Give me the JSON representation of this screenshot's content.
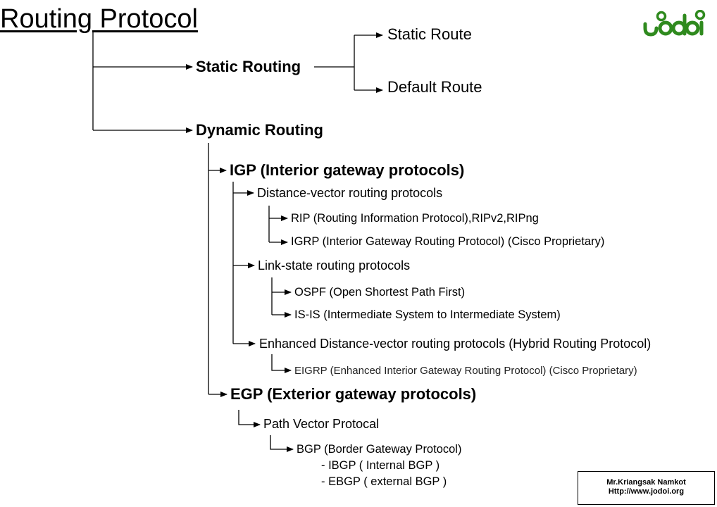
{
  "title": "Routing Protocol",
  "logo_text": "jodoi",
  "colors": {
    "logo": "#2f8a1e",
    "line": "#000000"
  },
  "nodes": {
    "static_routing": "Static Routing",
    "static_route": "Static Route",
    "default_route": "Default Route",
    "dynamic_routing": "Dynamic  Routing",
    "igp": "IGP (Interior gateway protocols)",
    "distance_vector": "Distance-vector routing protocols",
    "rip": "RIP (Routing Information Protocol),RIPv2,RIPng",
    "igrp": "IGRP (Interior Gateway Routing Protocol) (Cisco Proprietary)",
    "link_state": "Link-state routing protocols",
    "ospf": "OSPF (Open Shortest Path First)",
    "isis": "IS-IS (Intermediate System to Intermediate System)",
    "enhanced_dv": "Enhanced  Distance-vector routing protocols (Hybrid Routing Protocol)",
    "eigrp": "EIGRP (Enhanced Interior Gateway Routing Protocol) (Cisco Proprietary)",
    "egp": "EGP (Exterior gateway protocols)",
    "path_vector": "Path Vector Protocal",
    "bgp": "BGP (Border Gateway Protocol)",
    "ibgp": "- IBGP  ( Internal BGP )",
    "ebgp": "- EBGP ( external BGP )"
  },
  "credit": {
    "author": "Mr.Kriangsak  Namkot",
    "url": "Http://www.jodoi.org"
  }
}
